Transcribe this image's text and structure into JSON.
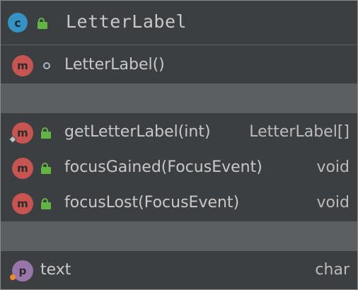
{
  "header": {
    "icon_letter": "c",
    "title": "LetterLabel"
  },
  "constructors": [
    {
      "icon_letter": "m",
      "name": "LetterLabel()",
      "type": ""
    }
  ],
  "methods": [
    {
      "icon_letter": "m",
      "name": "getLetterLabel(int)",
      "type": "LetterLabel[]"
    },
    {
      "icon_letter": "m",
      "name": "focusGained(FocusEvent)",
      "type": "void"
    },
    {
      "icon_letter": "m",
      "name": "focusLost(FocusEvent)",
      "type": "void"
    }
  ],
  "fields": [
    {
      "icon_letter": "p",
      "name": "text",
      "type": "char"
    }
  ],
  "colors": {
    "background": "#3c3f41",
    "separator": "#5c5f61",
    "class_icon": "#3592c4",
    "method_icon": "#c75450",
    "property_icon": "#9876aa",
    "public_lock": "#62b543"
  }
}
